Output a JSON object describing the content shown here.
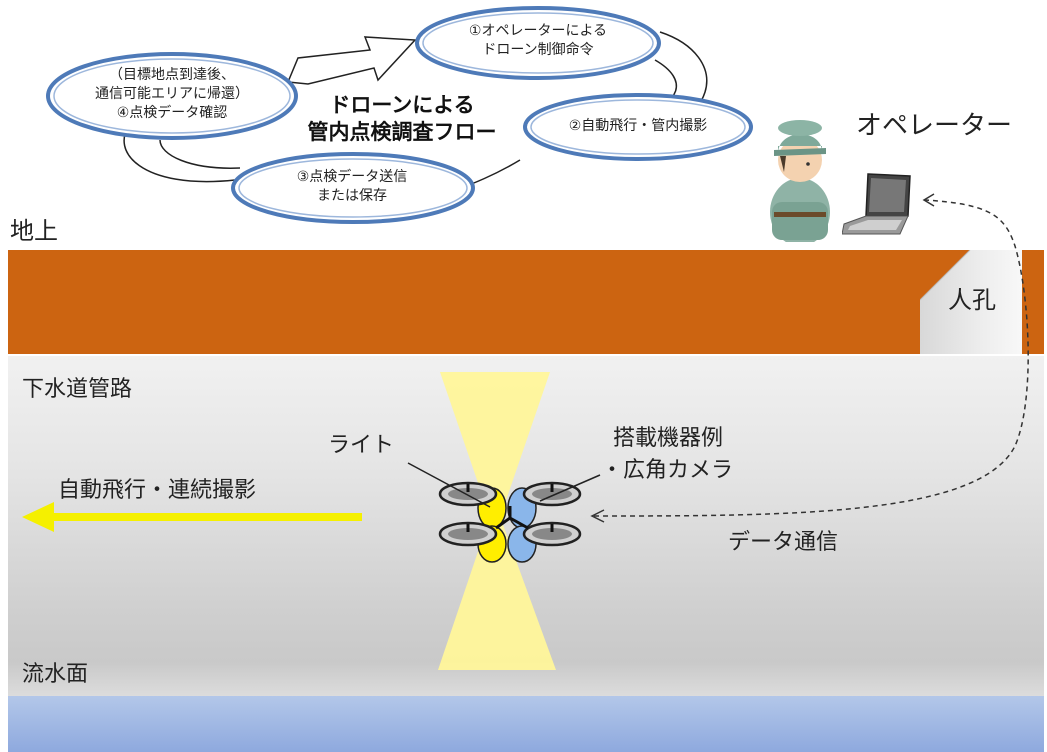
{
  "flow": {
    "title_line1": "ドローンによる",
    "title_line2": "管内点検調査フロー",
    "step1": [
      "①オペレーターによる",
      "ドローン制御命令"
    ],
    "step2": [
      "②自動飛行・管内撮影"
    ],
    "step3": [
      "③点検データ送信",
      "または保存"
    ],
    "step4": [
      "（目標地点到達後、",
      "通信可能エリアに帰還）",
      "④点検データ確認"
    ]
  },
  "labels": {
    "operator": "オペレーター",
    "ground": "地上",
    "manhole": "人孔",
    "pipe": "下水道管路",
    "water_surface": "流水面",
    "light": "ライト",
    "equipment_title": "搭載機器例",
    "equipment_item": "・広角カメラ",
    "data_comm": "データ通信",
    "auto_flight": "自動飛行・連続撮影"
  },
  "colors": {
    "ground": "#cc6411",
    "oval_border": "#4e7ab8",
    "arrow_yellow": "#f5f000",
    "light_beam": "#fff59a",
    "drone_yellow": "#ffee00",
    "drone_blue": "#8ab6ea",
    "water": "#a4bce6"
  },
  "icons": [
    "operator-person-icon",
    "laptop-icon",
    "drone-icon"
  ]
}
